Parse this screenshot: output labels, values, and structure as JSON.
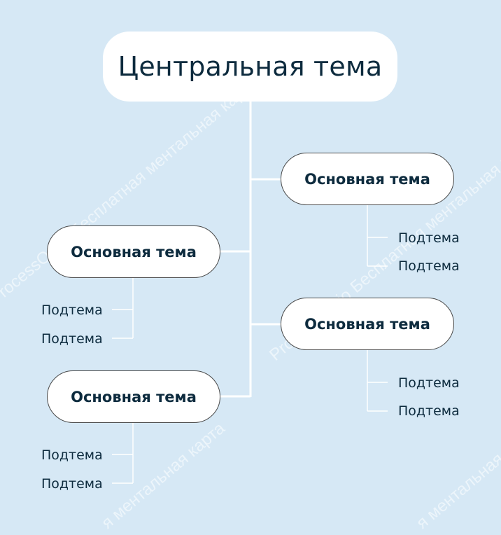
{
  "mindmap": {
    "central_topic": "Центральная тема",
    "branches": [
      {
        "label": "Основная тема",
        "subtopics": [
          "Подтема",
          "Подтема"
        ]
      },
      {
        "label": "Основная тема",
        "subtopics": [
          "Подтема",
          "Подтема"
        ]
      },
      {
        "label": "Основная тема",
        "subtopics": [
          "Подтема",
          "Подтема"
        ]
      },
      {
        "label": "Основная тема",
        "subtopics": [
          "Подтема",
          "Подтема"
        ]
      }
    ]
  },
  "watermark": {
    "text": "ProcessOn.io Бесплатная ментальная карта",
    "text_partial": "я ментальная карта"
  },
  "colors": {
    "background": "#d6e8f5",
    "connector": "#ffffff",
    "node_fill": "#ffffff",
    "node_border": "#4a4a4a",
    "text": "#0d2b3e"
  }
}
